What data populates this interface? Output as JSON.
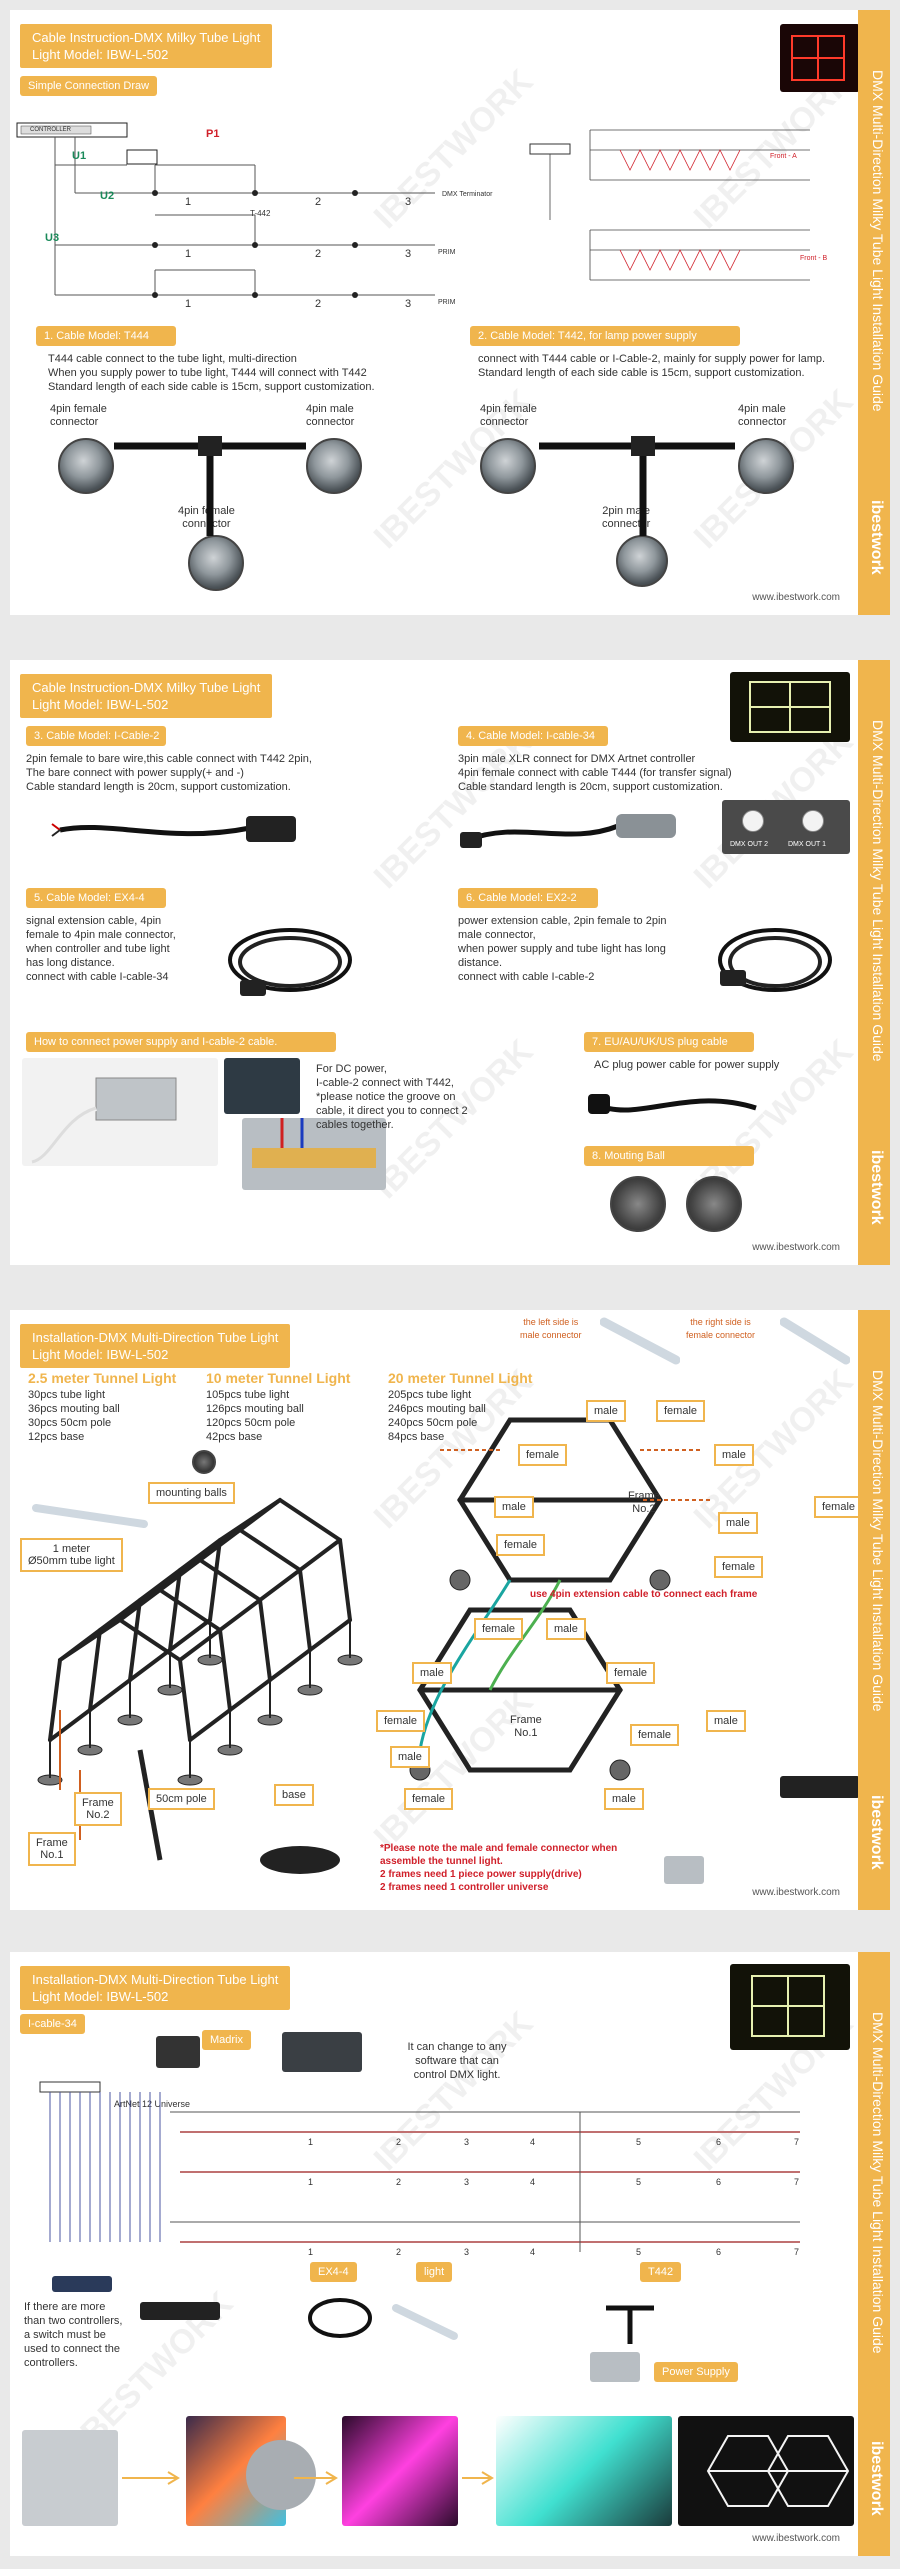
{
  "brand": {
    "color": "#f0b54d",
    "side_text": "DMX Multi-Direction Milky Tube Light Installation Guide",
    "logo": "ibestwork",
    "website": "www.ibestwork.com",
    "watermark": "IBESTWORK"
  },
  "panel1": {
    "title": "Cable Instruction-DMX Milky Tube Light\nLight Model: IBW-L-502",
    "simple_draw": "Simple Connection Draw",
    "diagram": {
      "p1": "P1",
      "u1": "U1",
      "u2": "U2",
      "u3": "U3",
      "t442": "T-442",
      "dmx_term": "DMX Terminator",
      "nums": [
        "1",
        "2",
        "3"
      ],
      "pwr": "PRIM",
      "controller": "CONTROLLER"
    },
    "right_labels": {
      "front_a": "Front - A",
      "front_b": "Front - B"
    },
    "sec1": {
      "title": "1. Cable Model: T444",
      "desc": "T444 cable connect to the tube light, multi-direction\nWhen you supply power to tube light, T444 will connect with T442\nStandard length of each side cable is 15cm, support customization.",
      "labels": [
        "4pin female\nconnector",
        "4pin male\nconnector",
        "4pin female\nconnector"
      ]
    },
    "sec2": {
      "title": "2. Cable Model: T442, for lamp power supply",
      "desc": "connect with T444 cable or I-Cable-2, mainly for supply power for lamp.\nStandard length of each side cable is 15cm, support customization.",
      "labels": [
        "4pin female\nconnector",
        "4pin male\nconnector",
        "2pin male\nconnector"
      ]
    }
  },
  "panel2": {
    "title": "Cable Instruction-DMX Milky Tube Light\nLight Model: IBW-L-502",
    "sec3": {
      "title": "3. Cable Model: I-Cable-2",
      "desc": "2pin female to bare wire,this cable connect with T442 2pin,\nThe bare connect with power supply(+ and -)\nCable standard length is 20cm, support customization."
    },
    "sec4": {
      "title": "4. Cable Model: I-cable-34",
      "desc": "3pin male XLR connect for DMX Artnet controller\n4pin female connect with cable T444 (for transfer signal)\nCable standard length is 20cm, support customization."
    },
    "sec5": {
      "title": "5. Cable Model: EX4-4",
      "desc": "signal extension cable, 4pin\nfemale to 4pin male connector,\nwhen controller and tube light\nhas long distance.\nconnect with cable I-cable-34"
    },
    "sec6": {
      "title": "6. Cable Model: EX2-2",
      "desc": "power extension cable, 2pin female to 2pin\nmale connector,\nwhen power supply and tube light has long\ndistance.\nconnect with cable I-cable-2"
    },
    "power": {
      "title": "How to connect power supply and I-cable-2 cable.",
      "desc": "For DC power,\nI-cable-2 connect with T442,\n*please notice the groove on\ncable, it direct you to connect 2\ncables together."
    },
    "sec7": {
      "title": "7. EU/AU/UK/US plug cable",
      "desc": "AC plug power cable for power supply"
    },
    "sec8": {
      "title": "8. Mouting Ball"
    },
    "dmx_ports": [
      "DMX OUT 2",
      "DMX OUT 1"
    ]
  },
  "panel3": {
    "title": "Installation-DMX Multi-Direction Tube Light\nLight Model: IBW-L-502",
    "cols": [
      {
        "head": "2.5 meter Tunnel Light",
        "items": "30pcs tube light\n36pcs mouting ball\n30pcs 50cm pole\n12pcs base"
      },
      {
        "head": "10 meter Tunnel Light",
        "items": "105pcs tube light\n126pcs mouting ball\n120pcs 50cm pole\n42pcs base"
      },
      {
        "head": "20 meter Tunnel Light",
        "items": "205pcs tube light\n246pcs mouting ball\n240pcs 50cm pole\n84pcs base"
      }
    ],
    "labels": {
      "mounting": "mounting balls",
      "tube": "1 meter\nØ50mm tube light",
      "pole": "50cm pole",
      "base": "base",
      "frame1": "Frame\nNo.1",
      "frame2": "Frame\nNo.2"
    },
    "side_left": "the left side is\nmale connector",
    "side_right": "the right side is\nfemale connector",
    "male": "male",
    "female": "female",
    "frame_no2": "Frame\nNo.2",
    "frame_no1": "Frame\nNo.1",
    "ext_note": "use 4pin extension cable to connect each frame",
    "notes": "*Please note the male and female connector when\nassemble the tunnel light.\n2 frames need 1 piece power supply(drive)\n2 frames need 1 controller universe"
  },
  "panel4": {
    "title": "Installation-DMX Multi-Direction Tube Light\nLight Model: IBW-L-502",
    "icable": "I-cable-34",
    "madrix": "Madrix",
    "software": "It can change to any\nsoftware that can\ncontrol DMX light.",
    "artnet": "ArtNet  12  Universe",
    "switch_note": "If there are more\nthan two controllers,\na switch must be\nused to connect the\ncontrollers.",
    "ex44": "EX4-4",
    "light": "light",
    "t442": "T442",
    "power": "Power Supply",
    "nums": [
      "1",
      "2",
      "3",
      "4",
      "5",
      "6",
      "7"
    ]
  }
}
